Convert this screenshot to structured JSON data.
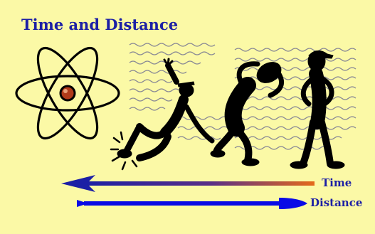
{
  "slide": {
    "title": "Time and Distance",
    "time_label": "Time",
    "distance_label": "Distance",
    "background_color": "#fbf9a6",
    "text_color": "#1c1fa5"
  },
  "artwork": {
    "atom_icon": "atom-icon",
    "figures": [
      "falling-figure",
      "scratching-head-figure",
      "standing-figure"
    ],
    "wave_lines": "wavy-lines-background"
  },
  "arrows": {
    "time_arrow": {
      "direction": "left",
      "gradient_from": "#1c1fa5",
      "gradient_to": "#e46a1b"
    },
    "distance_arrow": {
      "direction": "right",
      "color": "#0a0ae6"
    }
  }
}
